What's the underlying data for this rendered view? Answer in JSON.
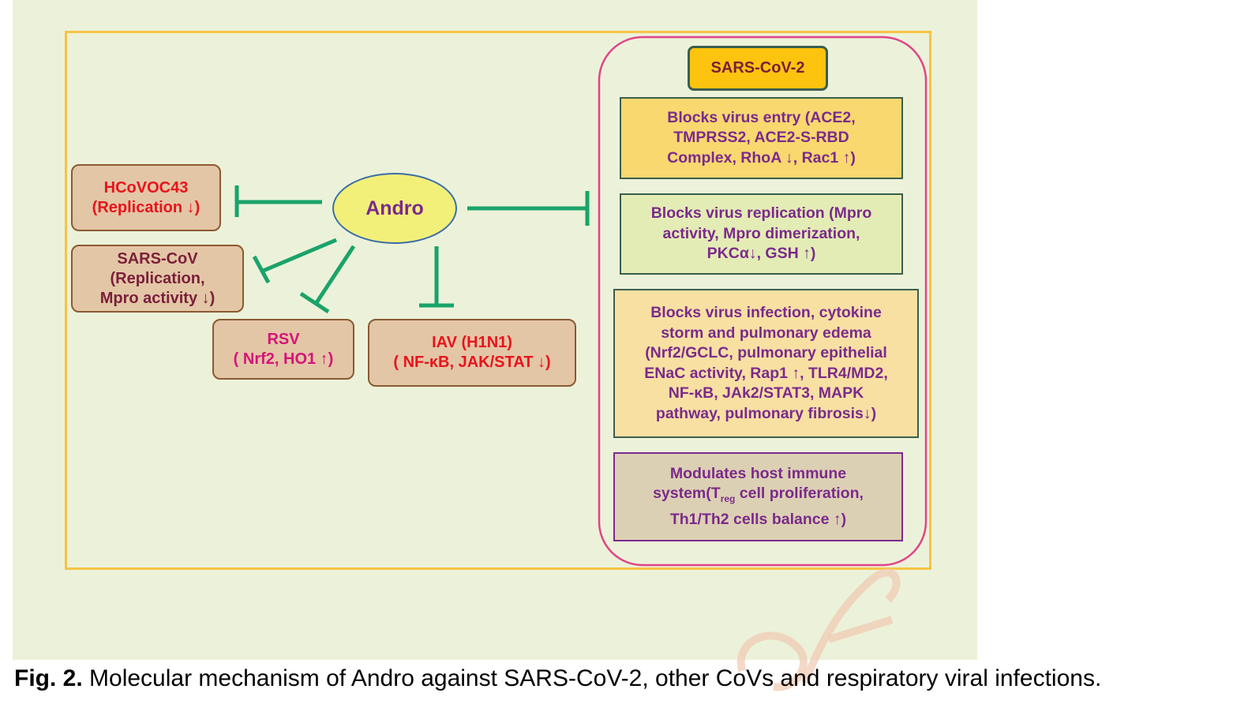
{
  "diagram": {
    "center": {
      "label": "Andro"
    },
    "targets": [
      {
        "id": "hcov",
        "lines": [
          "HCoVOC43",
          "(Replication ↓)"
        ]
      },
      {
        "id": "sars",
        "lines": [
          "SARS-CoV",
          "(Replication,",
          "Mpro activity ↓)"
        ]
      },
      {
        "id": "rsv",
        "lines": [
          "RSV",
          "( Nrf2, HO1 ↑)"
        ]
      },
      {
        "id": "iav",
        "lines": [
          "IAV (H1N1)",
          "( NF-κB, JAK/STAT ↓)"
        ]
      }
    ],
    "sars2": {
      "title": "SARS-CoV-2",
      "effects": [
        {
          "lines": [
            "Blocks virus entry (ACE2,",
            "TMPRSS2, ACE2-S-RBD",
            "Complex, RhoA ↓, Rac1 ↑)"
          ]
        },
        {
          "lines": [
            "Blocks virus replication (Mpro",
            "activity, Mpro dimerization,",
            "PKCα↓, GSH ↑)"
          ]
        },
        {
          "lines": [
            "Blocks virus infection, cytokine",
            "storm and pulmonary edema",
            "(Nrf2/GCLC, pulmonary epithelial",
            "ENaC activity, Rap1 ↑, TLR4/MD2,",
            "NF-κB, JAk2/STAT3, MAPK",
            "pathway, pulmonary fibrosis↓)"
          ]
        },
        {
          "line1": "Modulates host immune",
          "line2_pre": "system(T",
          "line2_sub": "reg",
          "line2_post": " cell proliferation,",
          "line3": "Th1/Th2 cells balance ↑)"
        }
      ]
    },
    "colors": {
      "inhibit_line": "#1aa36b",
      "red_text": "#e8141c",
      "pink_text": "#d4147a",
      "purple_text": "#7b2a8c",
      "plum_text": "#7a1f3a",
      "andro_fill": "#f3f07a"
    }
  },
  "caption": {
    "label": "Fig. 2.",
    "text": " Molecular mechanism of Andro against SARS-CoV-2, other CoVs and respiratory viral infections."
  }
}
